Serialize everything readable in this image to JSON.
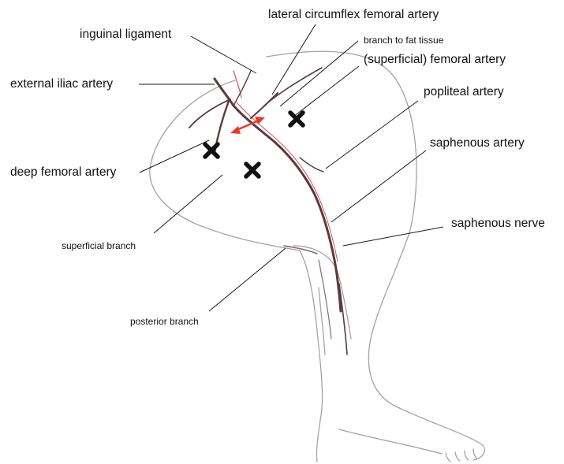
{
  "labels": {
    "inguinal_ligament": "inguinal ligament",
    "lateral_circumflex_femoral_artery": "lateral circumflex femoral artery",
    "branch_to_fat_tissue": "branch to fat tissue",
    "superficial_femoral_artery": "(superficial) femoral artery",
    "external_iliac_artery": "external iliac artery",
    "popliteal_artery": "popliteal artery",
    "saphenous_artery": "saphenous artery",
    "deep_femoral_artery": "deep femoral artery",
    "saphenous_nerve": "saphenous nerve",
    "superficial_branch": "superficial branch",
    "posterior_branch": "posterior branch"
  },
  "markers": {
    "cross_count": 3,
    "arrow": "double-headed"
  },
  "colors": {
    "artery": "#5a3a3c",
    "vessel_highlight": "#e0505a",
    "outline": "#a8a0a2",
    "leader": "#1a1a1a",
    "arrow": "#e53a2a",
    "cross": "#111111"
  }
}
